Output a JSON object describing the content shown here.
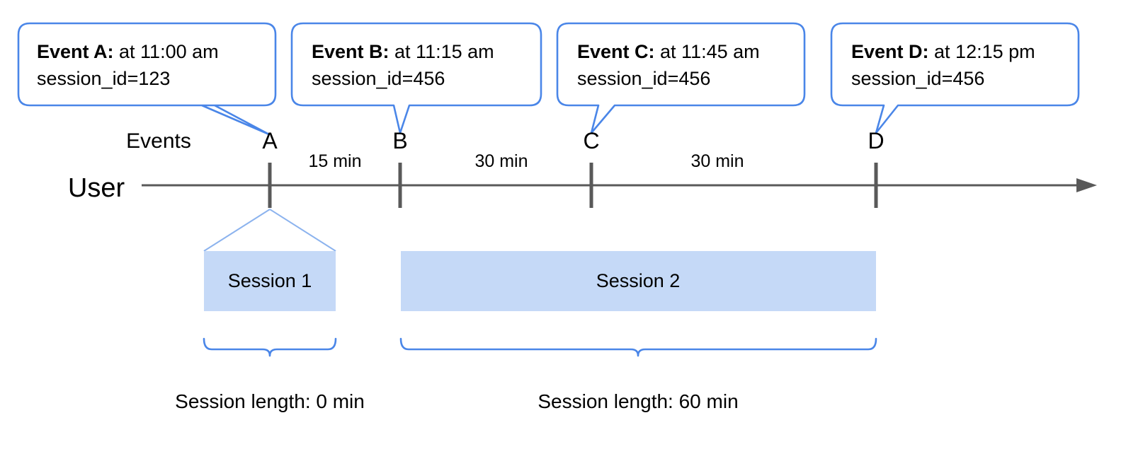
{
  "diagram": {
    "title_hidden": "",
    "lanes": {
      "events_label": "Events",
      "user_label": "User"
    },
    "colors": {
      "callout_border": "#4a86e8",
      "session_fill": "#c5d9f7",
      "axis": "#595959",
      "brace": "#4a86e8",
      "fan": "#8cb3ee",
      "text": "#000000",
      "background": "#ffffff"
    },
    "callouts": [
      {
        "id": "event-a",
        "bold": "Event A:",
        "rest": " at 11:00 am",
        "line2": "session_id=123"
      },
      {
        "id": "event-b",
        "bold": "Event B:",
        "rest": " at 11:15 am",
        "line2": "session_id=456"
      },
      {
        "id": "event-c",
        "bold": "Event C:",
        "rest": " at 11:45 am",
        "line2": "session_id=456"
      },
      {
        "id": "event-d",
        "bold": "Event D:",
        "rest": " at 12:15 pm",
        "line2": "session_id=456"
      }
    ],
    "events": [
      {
        "letter": "A",
        "time": "11:00 am",
        "session_id": "123"
      },
      {
        "letter": "B",
        "time": "11:15 am",
        "session_id": "456"
      },
      {
        "letter": "C",
        "time": "11:45 am",
        "session_id": "456"
      },
      {
        "letter": "D",
        "time": "12:15 pm",
        "session_id": "456"
      }
    ],
    "gaps": [
      {
        "from": "A",
        "to": "B",
        "label": "15 min"
      },
      {
        "from": "B",
        "to": "C",
        "label": "30 min"
      },
      {
        "from": "C",
        "to": "D",
        "label": "30 min"
      }
    ],
    "sessions": [
      {
        "name": "Session 1",
        "length_label": "Session length: 0 min"
      },
      {
        "name": "Session 2",
        "length_label": "Session length: 60 min"
      }
    ]
  }
}
